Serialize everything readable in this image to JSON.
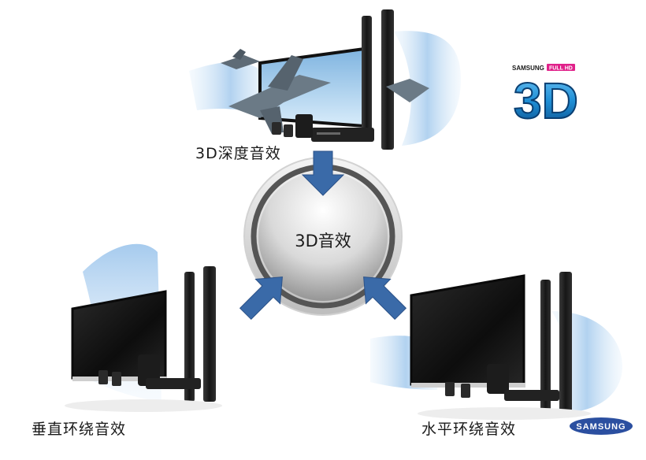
{
  "scenes": {
    "depth": {
      "label": "3D深度音效"
    },
    "vertical": {
      "label": "垂直环绕音效"
    },
    "horizontal": {
      "label": "水平环绕音效"
    }
  },
  "center": {
    "label": "3D音效"
  },
  "badge": {
    "brand": "SAMSUNG",
    "tag": "FULL HD",
    "main": "3D"
  },
  "logo": {
    "text": "SAMSUNG"
  },
  "colors": {
    "arrow": "#3a6aa8",
    "wave": "#bcd9f2",
    "ring": "#5a5a5a",
    "tv": "#151515",
    "badge_blue": "#1f8fd6",
    "logo_blue": "#2b4fa0"
  }
}
